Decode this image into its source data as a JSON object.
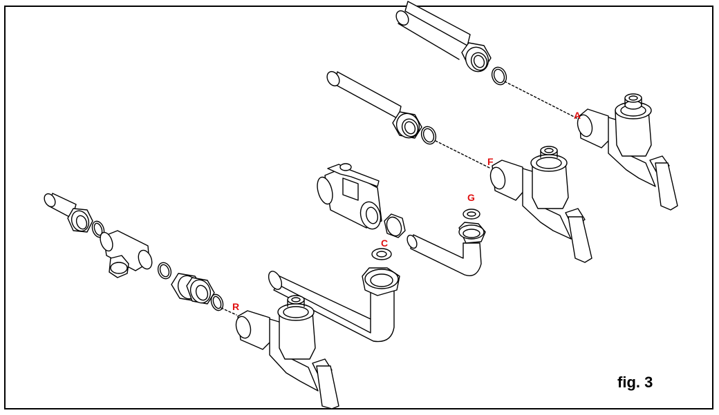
{
  "figure": {
    "caption": "fig. 3",
    "label_color": "#e01010",
    "line_color": "#000000"
  },
  "callouts": {
    "a": "A",
    "f": "F",
    "g": "G",
    "c": "C",
    "r": "R"
  },
  "assemblies": [
    {
      "name": "valve-a-assembly",
      "parts": [
        "pipe",
        "union-nut",
        "o-ring",
        "valve",
        "lever"
      ]
    },
    {
      "name": "valve-f-assembly",
      "parts": [
        "pipe",
        "union-nut",
        "o-ring",
        "valve",
        "lever"
      ]
    },
    {
      "name": "valve-r-assembly",
      "parts": [
        "pipe",
        "nut",
        "o-ring",
        "tee-fitting",
        "o-ring",
        "double-nut",
        "o-ring",
        "valve",
        "lever"
      ]
    },
    {
      "name": "ball-valve-assembly",
      "parts": [
        "ball-valve",
        "nut"
      ]
    },
    {
      "name": "bent-pipe-g",
      "parts": [
        "gasket",
        "elbow-pipe"
      ]
    },
    {
      "name": "bent-pipe-c",
      "parts": [
        "gasket",
        "elbow-pipe"
      ]
    }
  ]
}
